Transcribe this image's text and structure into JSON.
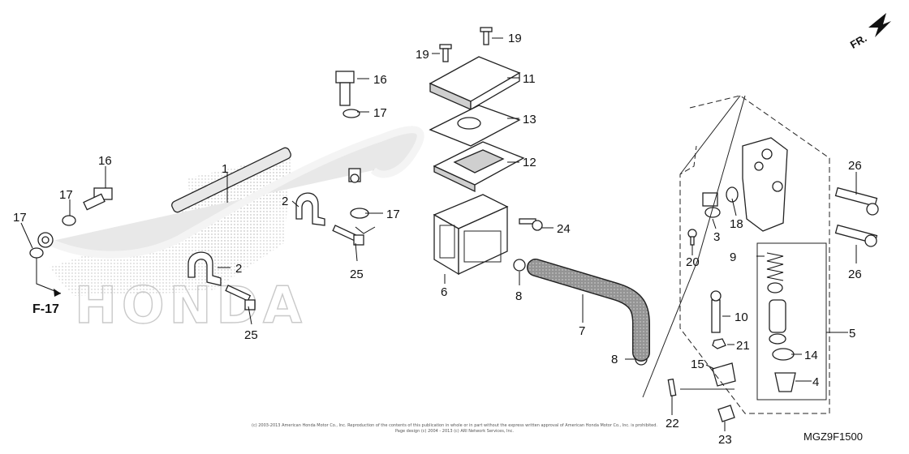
{
  "callouts": {
    "c1": "1",
    "c2a": "2",
    "c2b": "2",
    "c3": "3",
    "c4": "4",
    "c5": "5",
    "c6": "6",
    "c7": "7",
    "c8a": "8",
    "c8b": "8",
    "c9": "9",
    "c10": "10",
    "c11": "11",
    "c12": "12",
    "c13": "13",
    "c14": "14",
    "c15": "15",
    "c16a": "16",
    "c16b": "16",
    "c17a": "17",
    "c17b": "17",
    "c17c": "17",
    "c17d": "17",
    "c18": "18",
    "c19a": "19",
    "c19b": "19",
    "c20": "20",
    "c21": "21",
    "c22": "22",
    "c23": "23",
    "c24": "24",
    "c25a": "25",
    "c25b": "25",
    "c26a": "26",
    "c26b": "26"
  },
  "section_ref": "F-17",
  "front_mark": "FR.",
  "watermark": "HONDA",
  "copyright_line1": "(c) 2003-2013 American Honda Motor Co., Inc. Reproduction of the contents of this publication in whole or in part without the express written approval of American Honda Motor Co., Inc. is prohibited.",
  "copyright_line2": "Page design (c) 2004 - 2013 (c) ARI Network Services, Inc.",
  "diagram_code": "MGZ9F1500"
}
